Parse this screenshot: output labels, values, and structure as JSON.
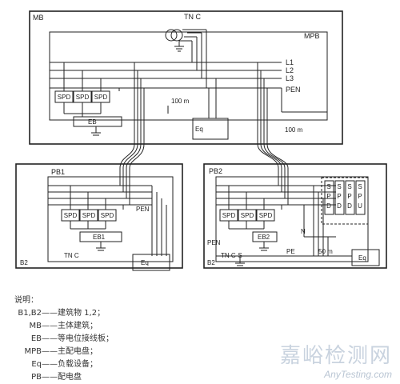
{
  "diagram": {
    "main_building_label": "MB",
    "main_system": "TN C",
    "mpb_label": "MPB",
    "conductors": [
      "L1",
      "L2",
      "L3",
      "PEN"
    ],
    "spd_label": "SPD",
    "eb_main": "EB",
    "eq_label": "Eq",
    "dist_100m_a": "100 m",
    "dist_100m_b": "100 m",
    "pb1_label": "PB1",
    "pb1_pen": "PEN",
    "pb1_eb": "EB1",
    "pb1_system": "TN C",
    "pb1_building": "B2",
    "pb2_label": "PB2",
    "pb2_eb": "EB2",
    "pb2_system": "TN C-S",
    "pb2_building": "B2",
    "pb2_pen": "PEN",
    "pb2_n": "N",
    "pb2_pe": "PE",
    "dist_50m": "50 m",
    "spd_vertical": [
      "S",
      "P",
      "D"
    ],
    "spd_vertical_last": [
      "S",
      "P",
      "U"
    ]
  },
  "legend": {
    "title": "说明：",
    "items": [
      {
        "term": "B1,B2",
        "desc": "——建筑物 1,2；"
      },
      {
        "term": "MB",
        "desc": "——主体建筑；"
      },
      {
        "term": "EB",
        "desc": "——等电位接线板；"
      },
      {
        "term": "MPB",
        "desc": "——主配电盘；"
      },
      {
        "term": "Eq",
        "desc": "——负载设备；"
      },
      {
        "term": "PB",
        "desc": "——配电盘"
      }
    ]
  },
  "watermark": {
    "cn": "嘉峪检测网",
    "en": "AnyTesting.com"
  }
}
